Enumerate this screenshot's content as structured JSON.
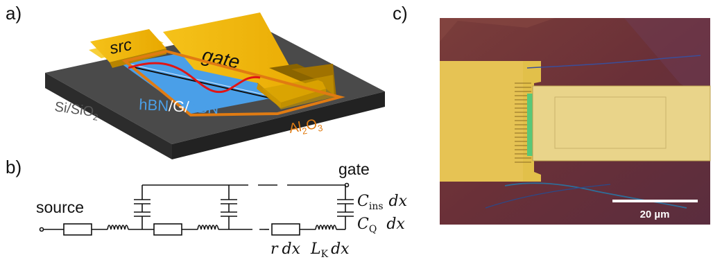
{
  "panels": {
    "a": {
      "label": "a)"
    },
    "b": {
      "label": "b)"
    },
    "c": {
      "label": "c)"
    }
  },
  "device": {
    "src_label": "src",
    "gate_label": "gate",
    "stack_label": {
      "part1": "hBN",
      "sep1": "/",
      "part2": "G",
      "sep2": "/",
      "part3": "hBN"
    },
    "substrate_label": {
      "main": "Si/SiO",
      "sub": "2"
    },
    "oxide_label": {
      "main": "Al",
      "sub1": "2",
      "mid": "O",
      "sub2": "3"
    },
    "colors": {
      "gold": "#f2b705",
      "blue": "#4a9fe8",
      "orange": "#e07b12",
      "substrate": "#3a3a3a",
      "trace": "#e01515"
    }
  },
  "circuit": {
    "source_label": "source",
    "gate_label": "gate",
    "c_ins": {
      "symbol": "C",
      "sub": "ins",
      "suffix": "dx"
    },
    "c_q": {
      "symbol": "C",
      "sub": "Q",
      "suffix": "dx"
    },
    "r": {
      "symbol": "r",
      "suffix": "dx"
    },
    "l_k": {
      "symbol": "L",
      "sub": "K",
      "suffix": "dx"
    }
  },
  "micrograph": {
    "scale_bar_label": "20 µm"
  }
}
